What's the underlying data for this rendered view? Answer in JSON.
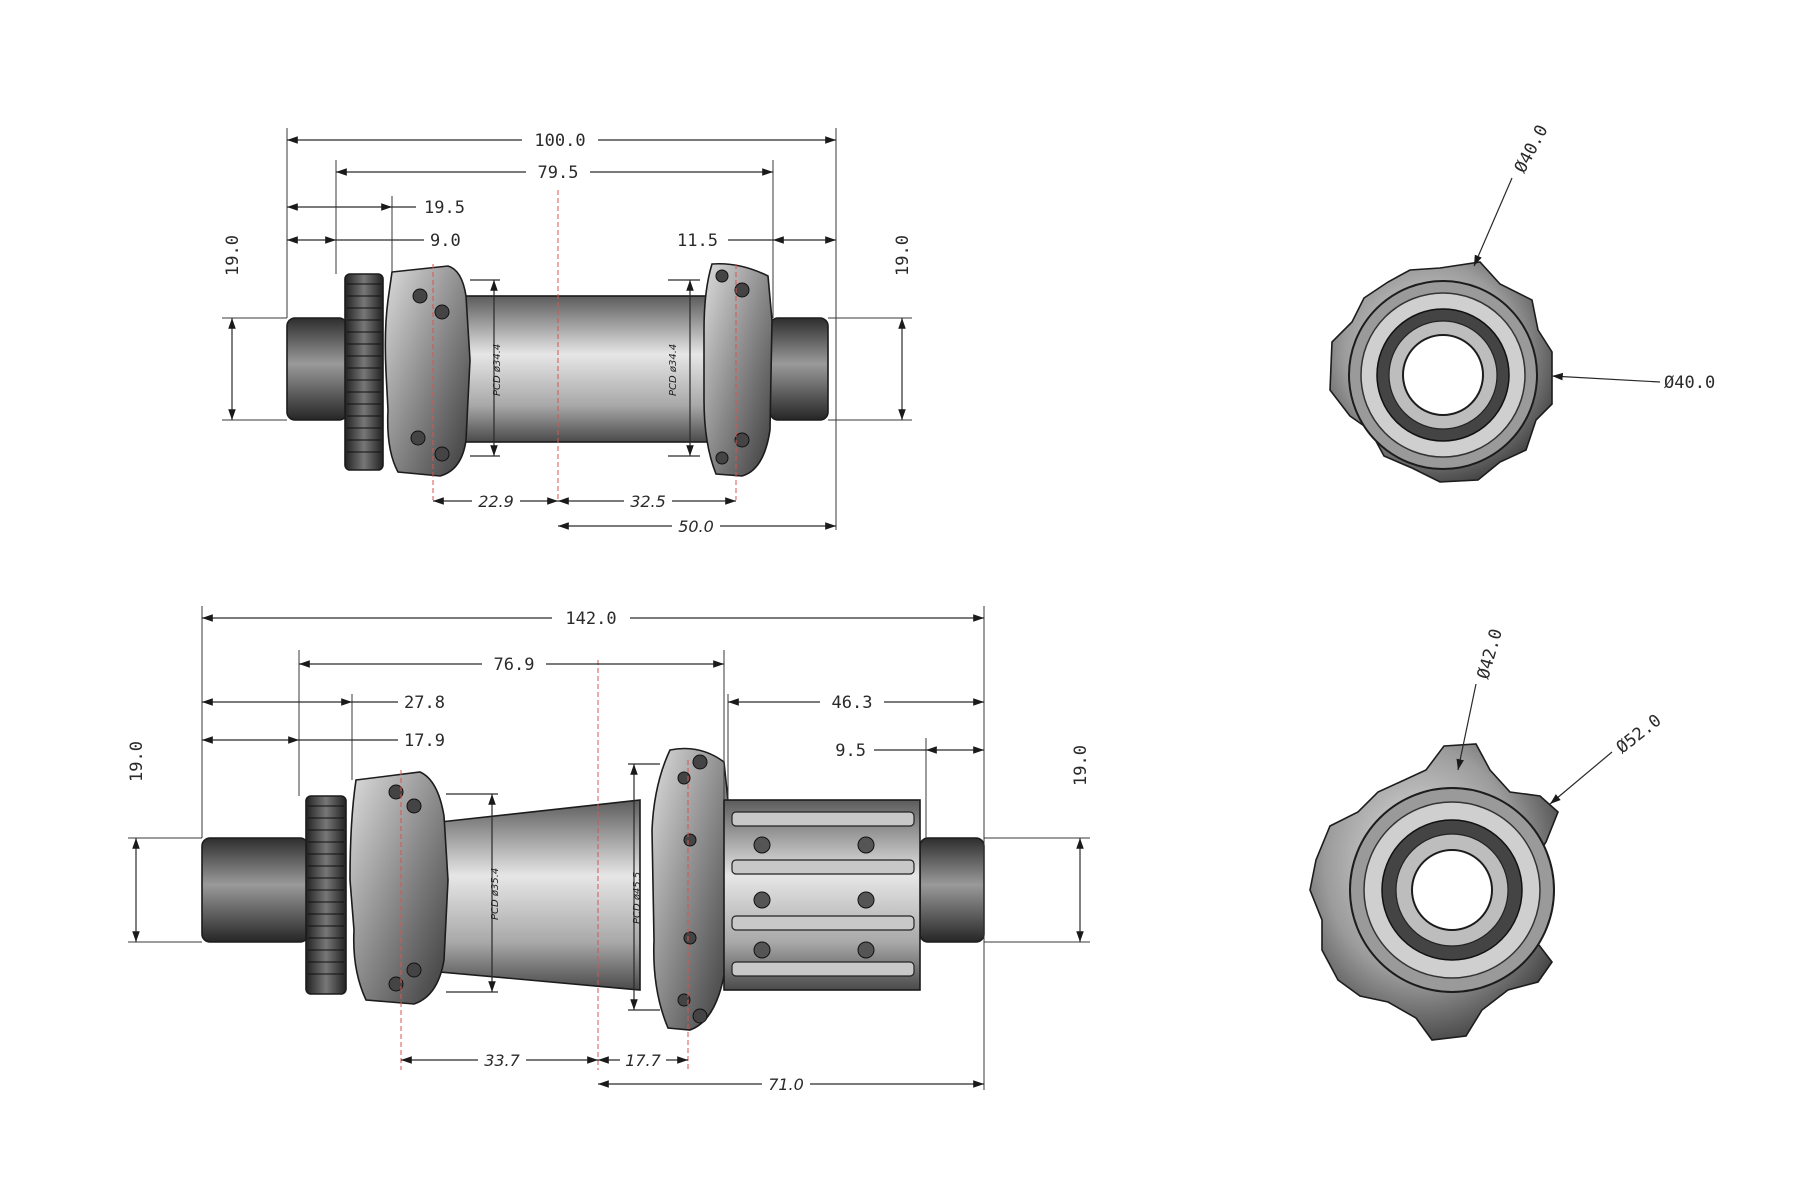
{
  "front_hub": {
    "dims": {
      "overall": "100.0",
      "flange_spacing": "79.5",
      "left_flange_offset": "19.5",
      "left_flange_inner": "9.0",
      "right_flange_offset": "11.5",
      "axle_dia_left": "19.0",
      "axle_dia_right": "19.0",
      "left_to_center": "22.9",
      "right_to_center": "32.5",
      "center_to_end": "50.0"
    },
    "pcd_left": "PCD ø34.4",
    "pcd_right": "PCD ø34.4",
    "end_view": {
      "dia_a": "Ø40.0",
      "dia_b": "Ø40.0"
    }
  },
  "rear_hub": {
    "dims": {
      "overall": "142.0",
      "flange_spacing": "76.9",
      "drive_side_offset": "46.3",
      "left_flange_offset": "27.8",
      "left_flange_inner": "17.9",
      "freehub_end": "9.5",
      "axle_dia_left": "19.0",
      "axle_dia_right": "19.0",
      "left_to_center": "33.7",
      "right_to_center": "17.7",
      "center_to_end": "71.0"
    },
    "pcd_left": "PCD ø35.4",
    "pcd_right": "PCD ø45.5",
    "end_view": {
      "dia_a": "Ø42.0",
      "dia_b": "Ø52.0"
    }
  },
  "colors": {
    "metal_dark": "#3a3a3a",
    "metal_light": "#cfcfcf",
    "centerline": "#d9534f",
    "line": "#2a2a2a"
  }
}
